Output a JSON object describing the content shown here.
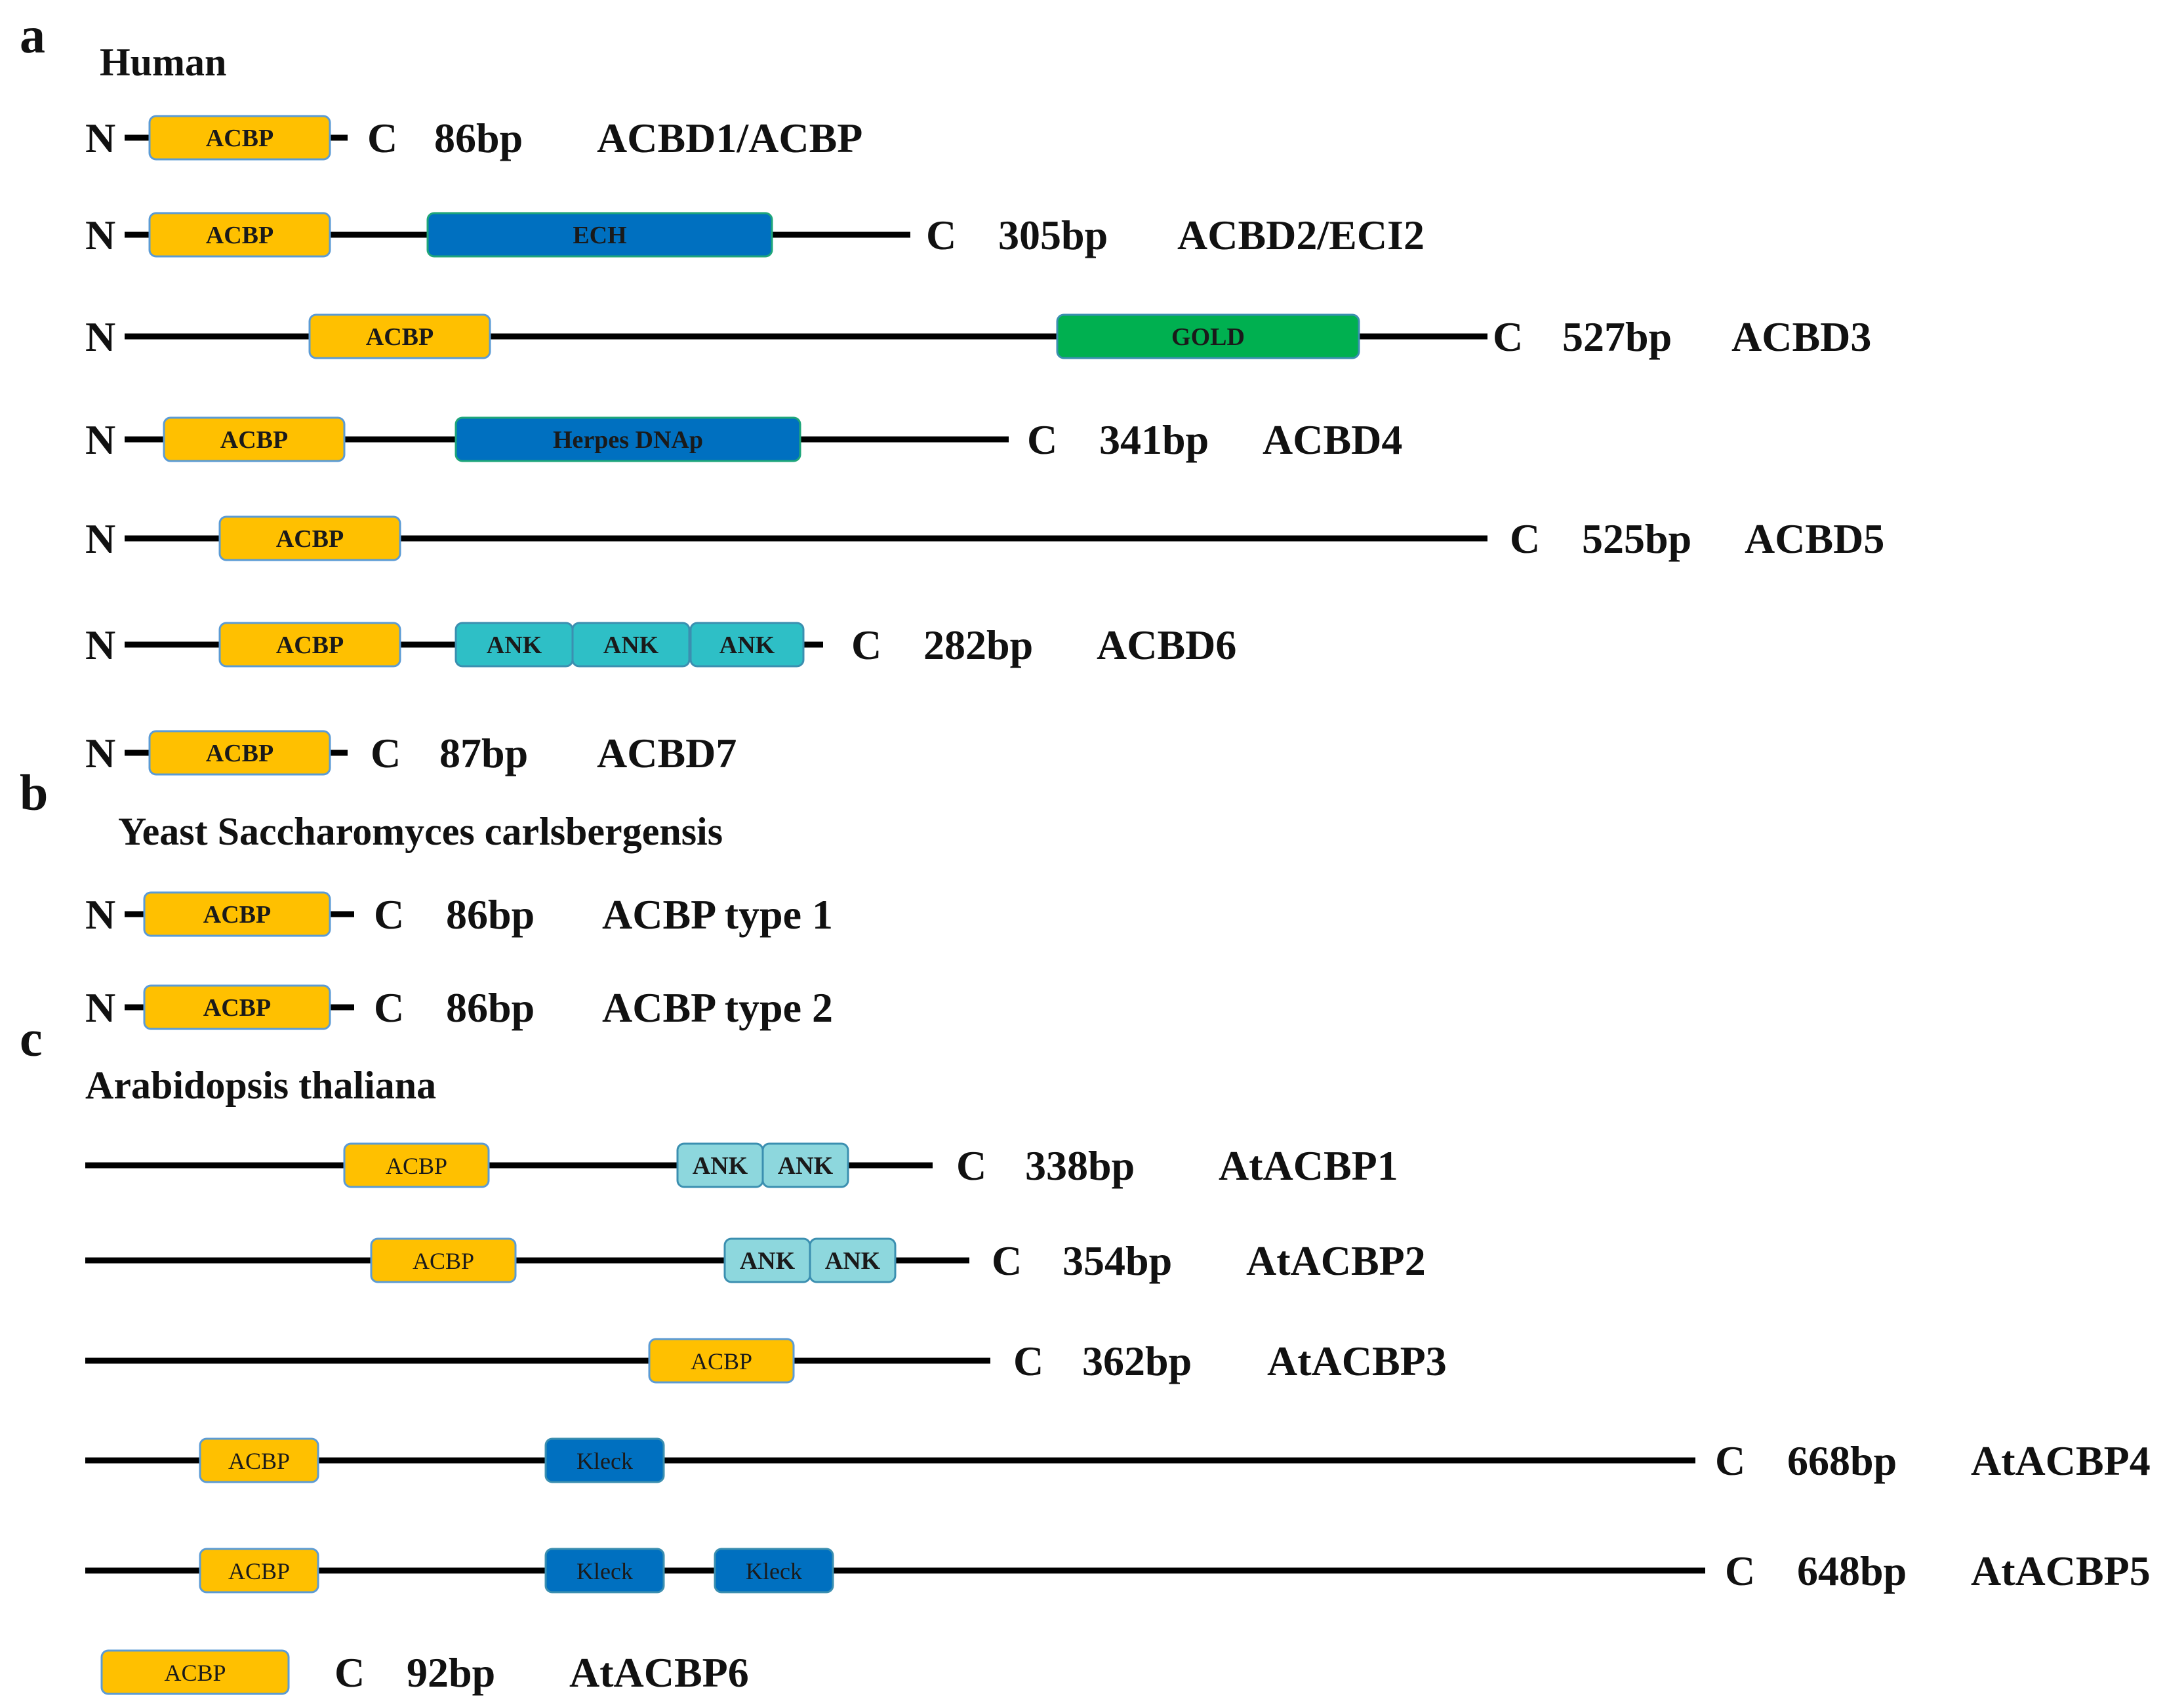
{
  "colors": {
    "backbone": "#000000",
    "ACBP": "#FFC000",
    "ACBP_stroke": "#5B9BD5",
    "ECH": "#0070C0",
    "GOLD": "#00B050",
    "Herpes": "#0070C0",
    "ANK": "#2EBFC6",
    "ANK_light": "#8DD7DD",
    "Kleck": "#0070C0"
  },
  "panels": [
    {
      "letter": "a",
      "title": "Human",
      "proteins": [
        {
          "n_label": "N",
          "c_label": "C",
          "length": "86bp",
          "name": "ACBD1/ACBP",
          "domains": [
            {
              "label": "ACBP",
              "type": "ACBP"
            }
          ]
        },
        {
          "n_label": "N",
          "c_label": "C",
          "length": "305bp",
          "name": "ACBD2/ECI2",
          "domains": [
            {
              "label": "ACBP",
              "type": "ACBP"
            },
            {
              "label": "ECH",
              "type": "ECH"
            }
          ]
        },
        {
          "n_label": "N",
          "c_label": "C",
          "length": "527bp",
          "name": "ACBD3",
          "domains": [
            {
              "label": "ACBP",
              "type": "ACBP"
            },
            {
              "label": "GOLD",
              "type": "GOLD"
            }
          ]
        },
        {
          "n_label": "N",
          "c_label": "C",
          "length": "341bp",
          "name": "ACBD4",
          "domains": [
            {
              "label": "ACBP",
              "type": "ACBP"
            },
            {
              "label": "Herpes DNAp",
              "type": "Herpes"
            }
          ]
        },
        {
          "n_label": "N",
          "c_label": "C",
          "length": "525bp",
          "name": "ACBD5",
          "domains": [
            {
              "label": "ACBP",
              "type": "ACBP"
            }
          ]
        },
        {
          "n_label": "N",
          "c_label": "C",
          "length": "282bp",
          "name": "ACBD6",
          "domains": [
            {
              "label": "ACBP",
              "type": "ACBP"
            },
            {
              "label": "ANK",
              "type": "ANK"
            },
            {
              "label": "ANK",
              "type": "ANK"
            },
            {
              "label": "ANK",
              "type": "ANK"
            }
          ]
        },
        {
          "n_label": "N",
          "c_label": "C",
          "length": "87bp",
          "name": "ACBD7",
          "domains": [
            {
              "label": "ACBP",
              "type": "ACBP"
            }
          ]
        }
      ]
    },
    {
      "letter": "b",
      "title": "Yeast Saccharomyces carlsbergensis",
      "proteins": [
        {
          "n_label": "N",
          "c_label": "C",
          "length": "86bp",
          "name": "ACBP type 1",
          "domains": [
            {
              "label": "ACBP",
              "type": "ACBP"
            }
          ]
        },
        {
          "n_label": "N",
          "c_label": "C",
          "length": "86bp",
          "name": "ACBP type 2",
          "domains": [
            {
              "label": "ACBP",
              "type": "ACBP"
            }
          ]
        }
      ]
    },
    {
      "letter": "c",
      "title": "Arabidopsis thaliana",
      "proteins": [
        {
          "n_label": "",
          "c_label": "C",
          "length": "338bp",
          "name": "AtACBP1",
          "domains": [
            {
              "label": "ACBP",
              "type": "ACBP"
            },
            {
              "label": "ANK",
              "type": "ANK_light"
            },
            {
              "label": "ANK",
              "type": "ANK_light"
            }
          ]
        },
        {
          "n_label": "",
          "c_label": "C",
          "length": "354bp",
          "name": "AtACBP2",
          "domains": [
            {
              "label": "ACBP",
              "type": "ACBP"
            },
            {
              "label": "ANK",
              "type": "ANK_light"
            },
            {
              "label": "ANK",
              "type": "ANK_light"
            }
          ]
        },
        {
          "n_label": "",
          "c_label": "C",
          "length": "362bp",
          "name": "AtACBP3",
          "domains": [
            {
              "label": "ACBP",
              "type": "ACBP"
            }
          ]
        },
        {
          "n_label": "",
          "c_label": "C",
          "length": "668bp",
          "name": "AtACBP4",
          "domains": [
            {
              "label": "ACBP",
              "type": "ACBP"
            },
            {
              "label": "Kleck",
              "type": "Kleck"
            }
          ]
        },
        {
          "n_label": "",
          "c_label": "C",
          "length": "648bp",
          "name": "AtACBP5",
          "domains": [
            {
              "label": "ACBP",
              "type": "ACBP"
            },
            {
              "label": "Kleck",
              "type": "Kleck"
            },
            {
              "label": "Kleck",
              "type": "Kleck"
            }
          ]
        },
        {
          "n_label": "",
          "c_label": "C",
          "length": "92bp",
          "name": "AtACBP6",
          "domains": [
            {
              "label": "ACBP",
              "type": "ACBP"
            }
          ]
        }
      ]
    }
  ]
}
